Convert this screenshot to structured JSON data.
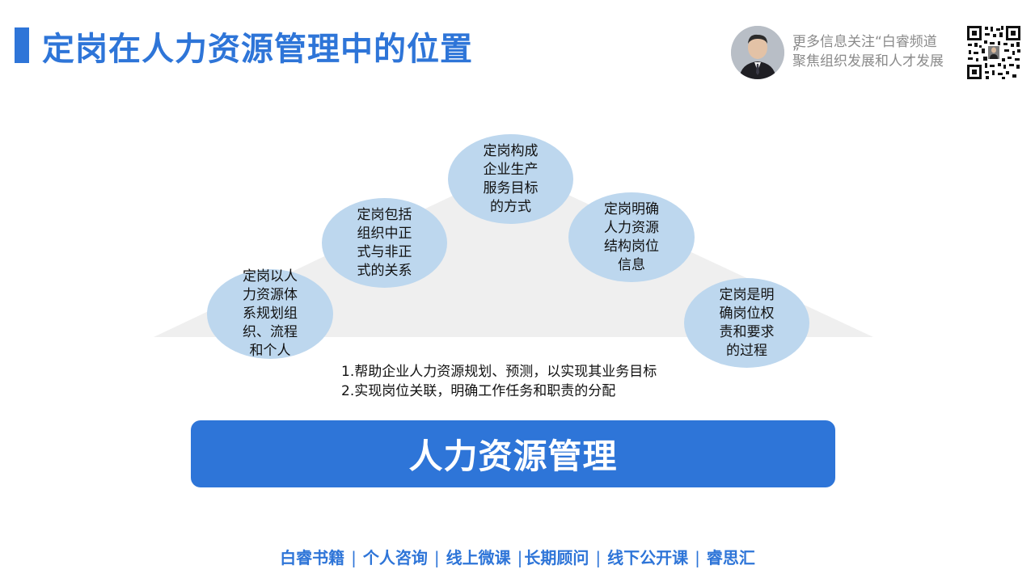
{
  "header": {
    "title": "定岗在人力资源管理中的位置",
    "promo_line1": "更多信息关注“白睿频道",
    "promo_quote": "”",
    "promo_line2": "聚焦组织发展和人才发展"
  },
  "diagram": {
    "bubbles": [
      {
        "text": "定岗以人力资源体系规划组织、流程和个人"
      },
      {
        "text": "定岗包括组织中正式与非正式的关系"
      },
      {
        "text": "定岗构成企业生产服务目标的方式"
      },
      {
        "text": "定岗明确人力资源结构岗位信息"
      },
      {
        "text": "定岗是明确岗位权责和要求的过程"
      }
    ],
    "notes": [
      "1.帮助企业人力资源规划、预测，以实现其业务目标",
      "2.实现岗位关联，明确工作任务和职责的分配"
    ],
    "base_label": "人力资源管理"
  },
  "footer": {
    "items": [
      "白睿书籍",
      "个人咨询",
      "线上微课",
      "长期顾问",
      "线下公开课",
      "睿思汇"
    ],
    "separator": "|"
  },
  "colors": {
    "accent": "#2e75d8",
    "bubble": "#bdd7ee",
    "mountain": "#efefef"
  },
  "icons": [
    "avatar-photo",
    "qr-code"
  ]
}
